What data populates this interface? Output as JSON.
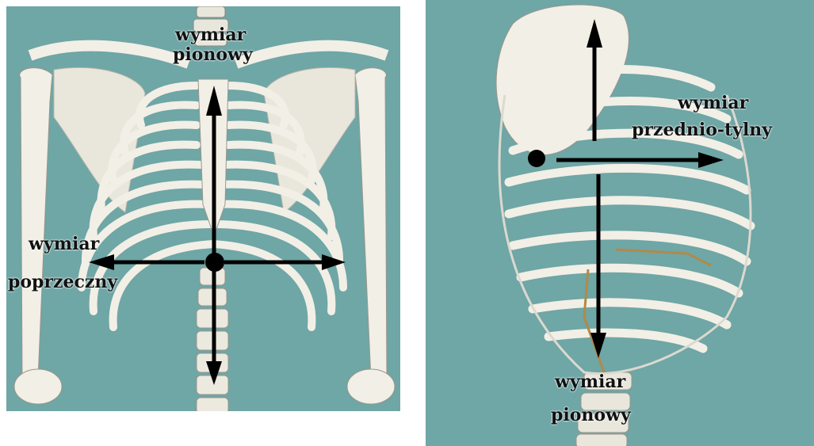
{
  "figures": [
    {
      "view": "front",
      "labels": {
        "vertical_line1": "wymiar",
        "vertical_line2": "pionowy",
        "transverse_line1": "wymiar",
        "transverse_line2": "poprzeczny"
      }
    },
    {
      "view": "side",
      "labels": {
        "ap_line1": "wymiar",
        "ap_line2": "przednio-tylny",
        "vertical_line1": "wymiar",
        "vertical_line2": "pionowy"
      }
    }
  ],
  "colors": {
    "background": "#6fa6a6",
    "bone": "#f2efe6",
    "bone_shadow": "#b9b6aa",
    "arrow": "#000000",
    "cartilage": "#b08a4a"
  }
}
